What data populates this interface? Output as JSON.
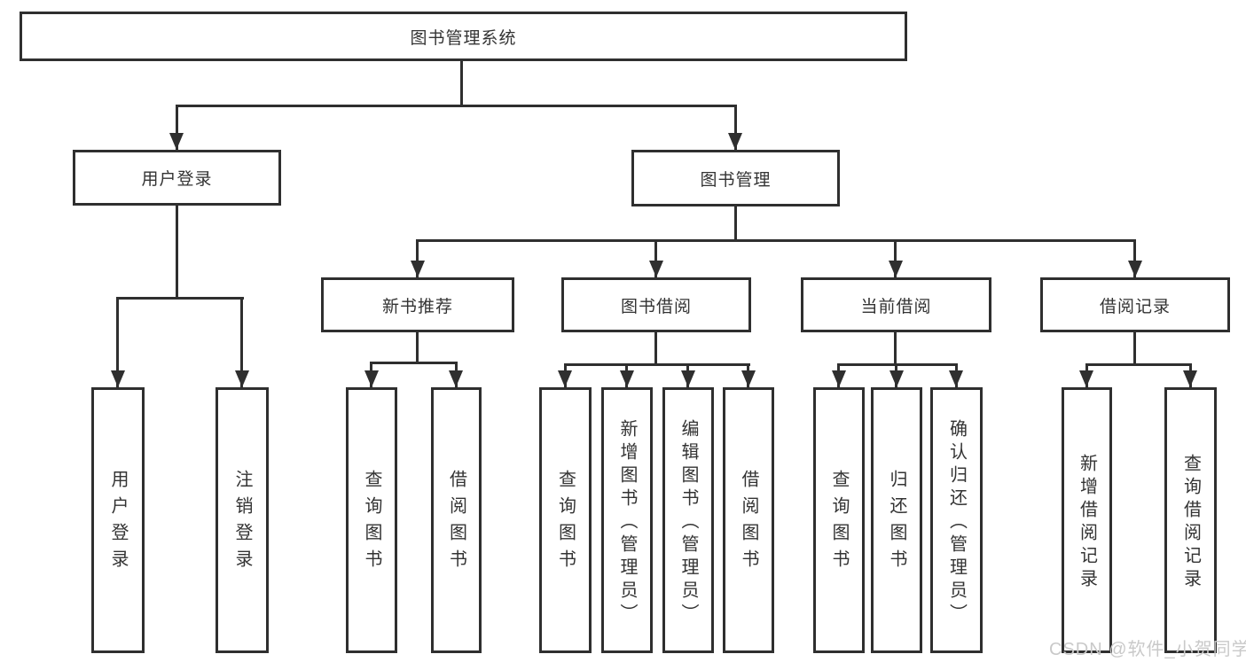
{
  "tree": {
    "label": "图书管理系统",
    "children": [
      {
        "label": "用户登录",
        "children": [
          {
            "label": "用户登录"
          },
          {
            "label": "注销登录"
          }
        ]
      },
      {
        "label": "图书管理",
        "children": [
          {
            "label": "新书推荐",
            "children": [
              {
                "label": "查询图书"
              },
              {
                "label": "借阅图书"
              }
            ]
          },
          {
            "label": "图书借阅",
            "children": [
              {
                "label": "查询图书"
              },
              {
                "label": "新增图书（管理员）"
              },
              {
                "label": "编辑图书（管理员）"
              },
              {
                "label": "借阅图书"
              }
            ]
          },
          {
            "label": "当前借阅",
            "children": [
              {
                "label": "查询图书"
              },
              {
                "label": "归还图书"
              },
              {
                "label": "确认归还（管理员）"
              }
            ]
          },
          {
            "label": "借阅记录",
            "children": [
              {
                "label": "新增借阅记录"
              },
              {
                "label": "查询借阅记录"
              }
            ]
          }
        ]
      }
    ]
  },
  "watermark": {
    "text": "CSDN @软件_小贺同学"
  },
  "colors": {
    "line": "#2f2f2f",
    "box_border": "#2f2f2f",
    "text": "#333333",
    "watermark": "#c9c9c9",
    "background": "#ffffff"
  }
}
